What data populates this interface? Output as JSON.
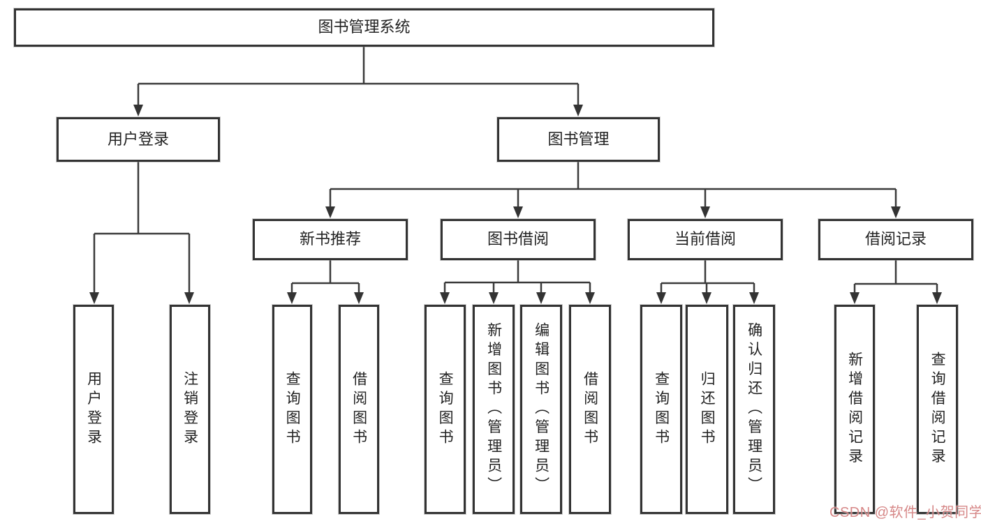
{
  "diagram": {
    "root": {
      "label": "图书管理系统"
    },
    "level2": [
      {
        "label": "用户登录"
      },
      {
        "label": "图书管理"
      }
    ],
    "level3": [
      {
        "label": "新书推荐"
      },
      {
        "label": "图书借阅"
      },
      {
        "label": "当前借阅"
      },
      {
        "label": "借阅记录"
      }
    ],
    "leaves": {
      "user_login": [
        {
          "label": "用户登录"
        },
        {
          "label": "注销登录"
        }
      ],
      "new_book": [
        {
          "label": "查询图书"
        },
        {
          "label": "借阅图书"
        }
      ],
      "book_borrow": [
        {
          "label": "查询图书"
        },
        {
          "label": "新增图书（管理员）"
        },
        {
          "label": "编辑图书（管理员）"
        },
        {
          "label": "借阅图书"
        }
      ],
      "current_borrow": [
        {
          "label": "查询图书"
        },
        {
          "label": "归还图书"
        },
        {
          "label": "确认归还（管理员）"
        }
      ],
      "borrow_records": [
        {
          "label": "新增借阅记录"
        },
        {
          "label": "查询借阅记录"
        }
      ]
    }
  },
  "watermark": {
    "text": "CSDN @软件_小贺同学"
  },
  "colors": {
    "line": "#3a3a3a",
    "box_border": "#333333",
    "text": "#222222",
    "watermark": "#d07676",
    "background": "#ffffff"
  }
}
